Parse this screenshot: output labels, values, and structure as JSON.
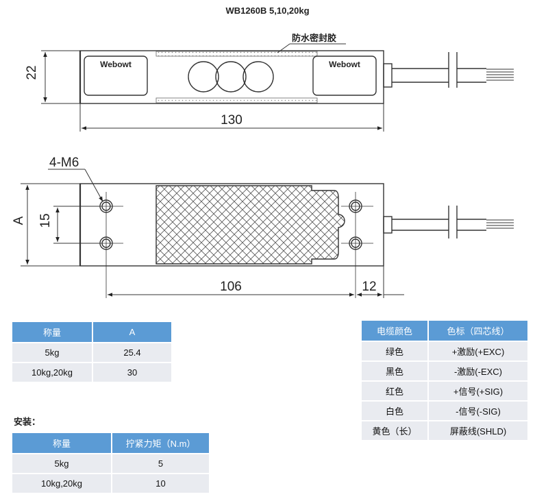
{
  "title": "WB1260B 5,10,20kg",
  "drawing": {
    "seal_note": "防水密封胶",
    "brand": "Webowt",
    "dim_height": "22",
    "dim_length": "130",
    "dim_holes": "4-M6",
    "dim_width": "A",
    "dim_hole_spacing_y": "15",
    "dim_hole_spacing_x": "106",
    "dim_edge": "12"
  },
  "capacity_table": {
    "headers": [
      "称量",
      "A"
    ],
    "rows": [
      [
        "5kg",
        "25.4"
      ],
      [
        "10kg,20kg",
        "30"
      ]
    ]
  },
  "install_label": "安装：",
  "torque_table": {
    "headers": [
      "称量",
      "拧紧力矩（N.m）"
    ],
    "rows": [
      [
        "5kg",
        "5"
      ],
      [
        "10kg,20kg",
        "10"
      ]
    ]
  },
  "cable_table": {
    "headers": [
      "电缆颜色",
      "色标（四芯线）"
    ],
    "rows": [
      [
        "绿色",
        "+激励(+EXC)"
      ],
      [
        "黑色",
        "-激励(-EXC)"
      ],
      [
        "红色",
        "+信号(+SIG)"
      ],
      [
        "白色",
        "-信号(-SIG)"
      ],
      [
        "黄色（长）",
        "屏蔽线(SHLD)"
      ]
    ]
  },
  "colors": {
    "header_bg": "#5b9bd5",
    "cell_bg": "#e9ebf0",
    "line": "#333333"
  }
}
